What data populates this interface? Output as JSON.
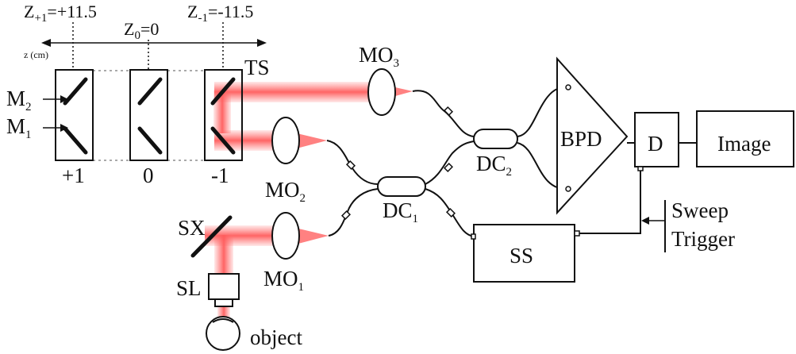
{
  "labels": {
    "z_plus": "Z",
    "z_plus_sub": "+1",
    "z_plus_val": "=+11.5",
    "z_zero": "Z",
    "z_zero_sub": "0",
    "z_zero_val": "=0",
    "z_minus": "Z",
    "z_minus_sub": "-1",
    "z_minus_val": "=-11.5",
    "z_axis": "z (cm)",
    "ts": "TS",
    "m2": "M",
    "m2_sub": "2",
    "m1": "M",
    "m1_sub": "1",
    "pos_plus": "+1",
    "pos_zero": "0",
    "pos_minus": "-1",
    "mo3": "MO",
    "mo3_sub": "3",
    "mo2": "MO",
    "mo2_sub": "2",
    "mo1": "MO",
    "mo1_sub": "1",
    "dc2": "DC",
    "dc2_sub": "2",
    "dc1": "DC",
    "dc1_sub": "1",
    "bpd": "BPD",
    "d": "D",
    "image": "Image",
    "ss": "SS",
    "sweep": "Sweep",
    "trigger": "Trigger",
    "sx": "SX",
    "sl": "SL",
    "object": "object"
  },
  "colors": {
    "beam": "#ff7070",
    "line": "#111111"
  }
}
